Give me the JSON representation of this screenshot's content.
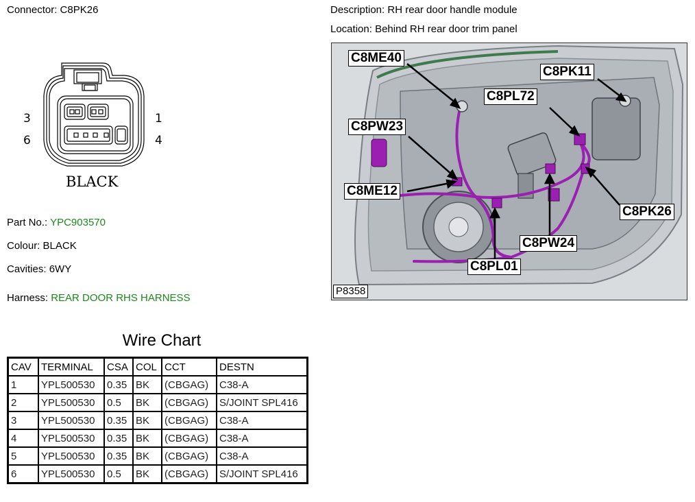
{
  "connector": {
    "label": "Connector:",
    "value": "C8PK26"
  },
  "description": {
    "label": "Description:",
    "value": "RH rear door handle module"
  },
  "location": {
    "label": "Location:",
    "value": "Behind RH rear door trim panel"
  },
  "connector_diagram": {
    "pin_labels": {
      "top_left": "3",
      "top_right": "1",
      "bottom_left": "6",
      "bottom_right": "4"
    },
    "color_text": "BLACK"
  },
  "part_no": {
    "label": "Part No.:",
    "value": "YPC903570"
  },
  "colour": {
    "label": "Colour:",
    "value": "BLACK"
  },
  "cavities": {
    "label": "Cavities:",
    "value": "6WY"
  },
  "harness": {
    "label": "Harness:",
    "value": "REAR DOOR RHS HARNESS"
  },
  "wire_chart": {
    "title": "Wire Chart",
    "headers": [
      "CAV",
      "TERMINAL",
      "CSA",
      "COL",
      "CCT",
      "DESTN"
    ],
    "rows": [
      [
        "1",
        "YPL500530",
        "0.35",
        "BK",
        "(CBGAG)",
        "C38-A"
      ],
      [
        "2",
        "YPL500530",
        "0.5",
        "BK",
        "(CBGAG)",
        "S/JOINT SPL416"
      ],
      [
        "3",
        "YPL500530",
        "0.35",
        "BK",
        "(CBGAG)",
        "C38-A"
      ],
      [
        "4",
        "YPL500530",
        "0.35",
        "BK",
        "(CBGAG)",
        "C38-A"
      ],
      [
        "5",
        "YPL500530",
        "0.35",
        "BK",
        "(CBGAG)",
        "C38-A"
      ],
      [
        "6",
        "YPL500530",
        "0.5",
        "BK",
        "(CBGAG)",
        "S/JOINT SPL416"
      ]
    ]
  },
  "location_image": {
    "reference": "P8358",
    "callouts": [
      "C8ME40",
      "C8PK11",
      "C8PL72",
      "C8PW23",
      "C8ME12",
      "C8PK26",
      "C8PW24",
      "C8PL01"
    ],
    "harness_color": "#9b1fb0",
    "highlight_color": "#1a8a1a"
  }
}
